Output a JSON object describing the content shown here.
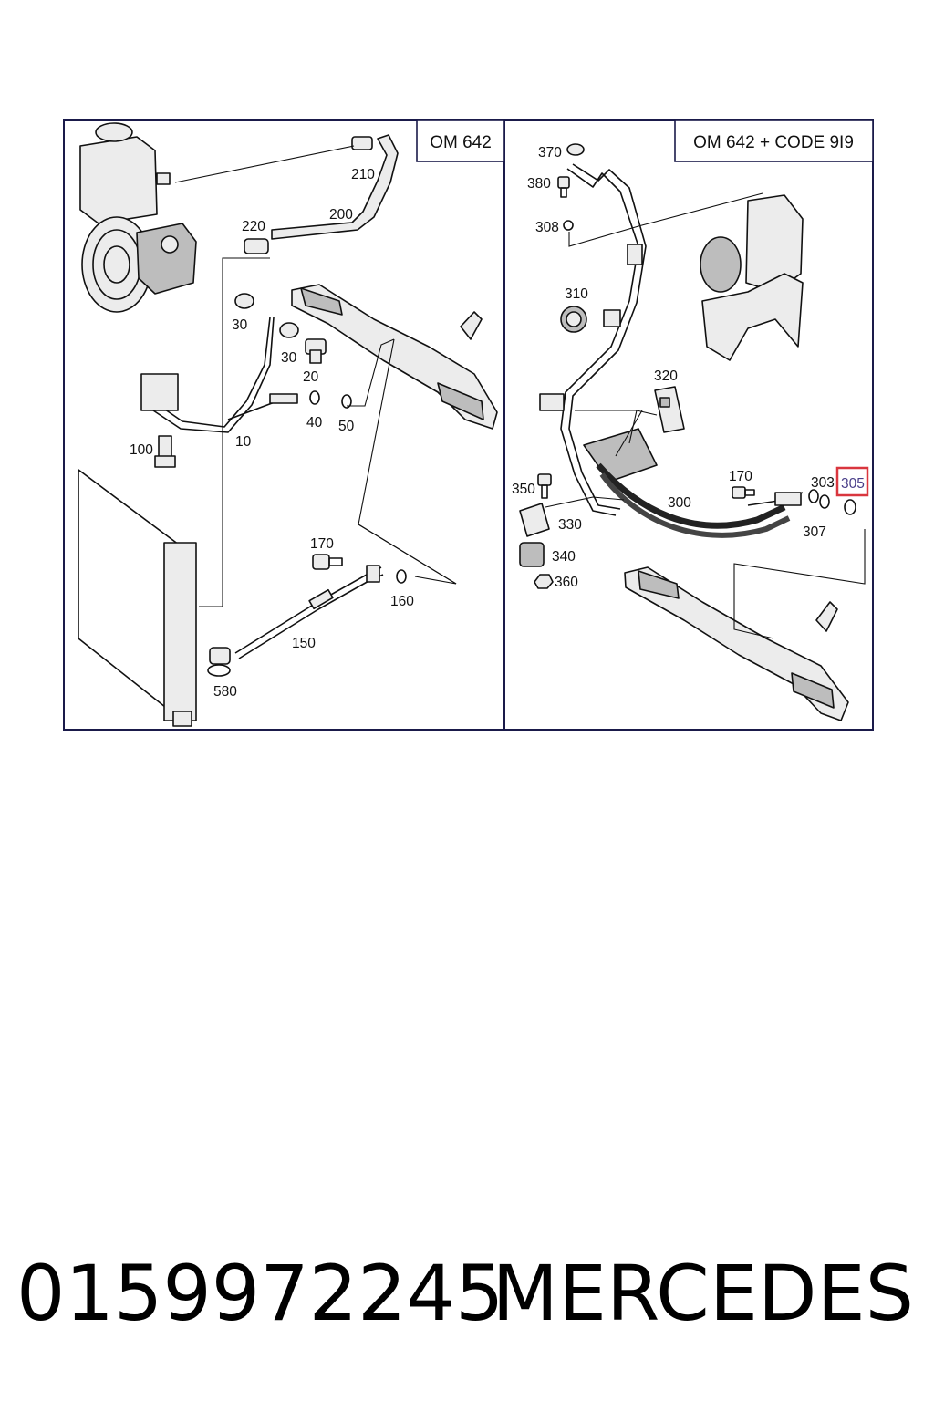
{
  "diagram": {
    "left_panel": {
      "title": "OM 642",
      "callouts": [
        "210",
        "200",
        "220",
        "30",
        "30",
        "20",
        "40",
        "50",
        "10",
        "100",
        "170",
        "160",
        "150",
        "580"
      ]
    },
    "right_panel": {
      "title": "OM 642 + CODE 9I9",
      "callouts": [
        "370",
        "380",
        "308",
        "310",
        "320",
        "170",
        "303",
        "305",
        "300",
        "307",
        "350",
        "330",
        "340",
        "360"
      ],
      "highlighted_callout": "305"
    }
  },
  "caption": {
    "part_number": "0159972245",
    "brand": "MERCEDES"
  },
  "colors": {
    "border": "#1a1a4a",
    "highlight": "#d9363e",
    "highlight_text": "#4a3f8a"
  }
}
